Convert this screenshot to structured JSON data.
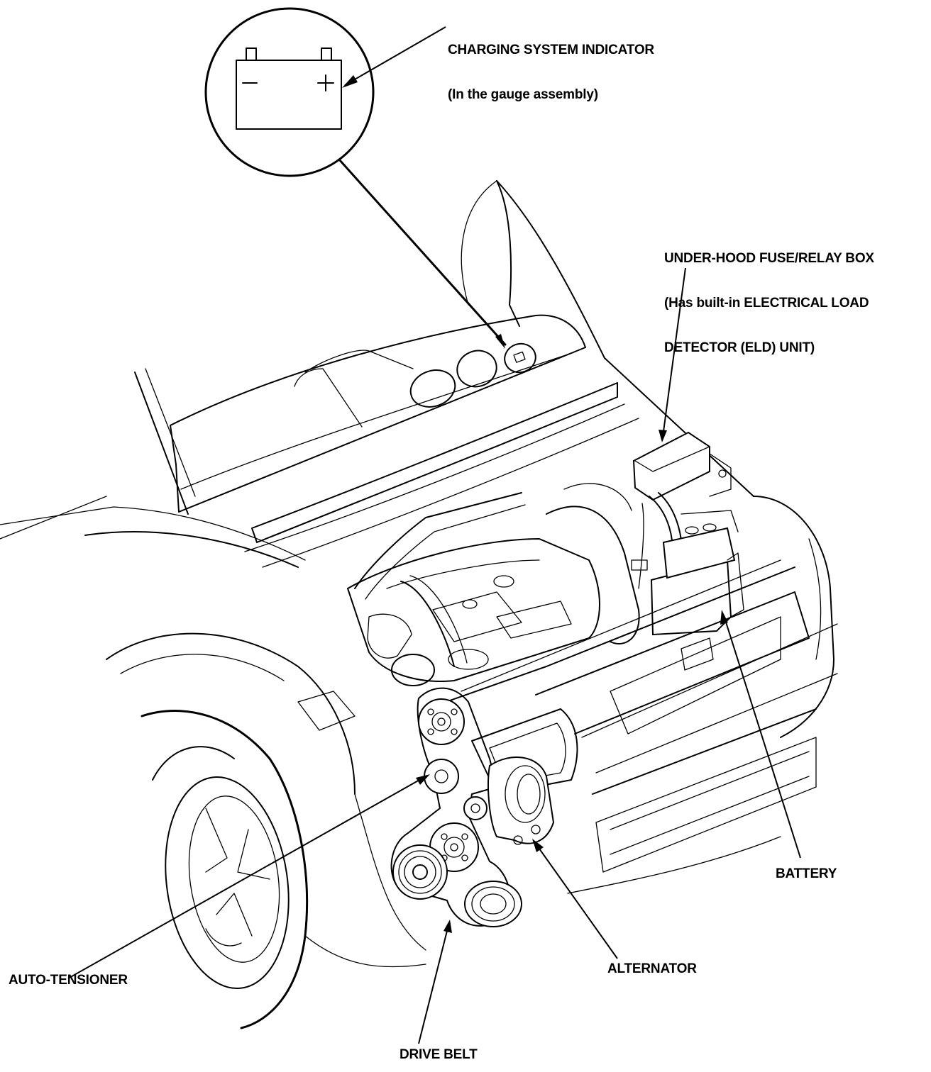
{
  "callouts": {
    "charging_indicator": {
      "line1": "CHARGING SYSTEM INDICATOR",
      "line2": "(In the gauge assembly)"
    },
    "fuse_box": {
      "line1": "UNDER-HOOD FUSE/RELAY BOX",
      "line2": "(Has built-in ELECTRICAL LOAD",
      "line3": "DETECTOR (ELD) UNIT)"
    },
    "battery": "BATTERY",
    "alternator": "ALTERNATOR",
    "auto_tensioner": "AUTO-TENSIONER",
    "drive_belt": "DRIVE BELT"
  },
  "indicator_symbol": {
    "minus": "−",
    "plus": "+"
  },
  "colors": {
    "ink": "#000000",
    "paper": "#ffffff"
  }
}
